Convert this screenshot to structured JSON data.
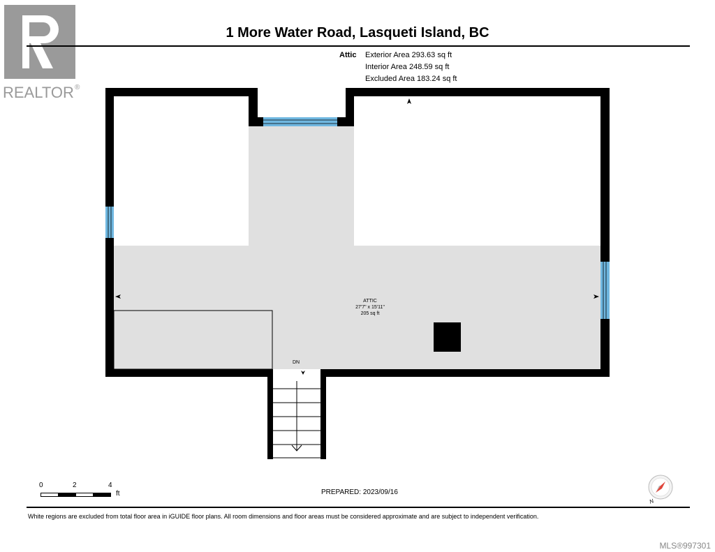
{
  "header": {
    "title": "1 More Water Road, Lasqueti Island, BC"
  },
  "logo": {
    "text": "REALTOR",
    "mark": "®"
  },
  "area_summary": {
    "level": "Attic",
    "exterior": "Exterior Area 293.63 sq ft",
    "interior": "Interior Area 248.59 sq ft",
    "excluded": "Excluded Area 183.24 sq ft"
  },
  "room": {
    "name": "ATTIC",
    "dimensions": "27'7\" x 15'11\"",
    "area": "205 sq ft"
  },
  "stairs": {
    "label": "DN"
  },
  "scale": {
    "ticks": [
      "0",
      "2",
      "4"
    ],
    "unit": "ft"
  },
  "footer": {
    "prepared": "PREPARED: 2023/09/16",
    "disclaimer": "White regions are excluded from total floor area in iGUIDE floor plans. All room dimensions and floor areas must be considered approximate and are subject to independent verification.",
    "mls": "MLS®997301"
  },
  "compass": {
    "label": "N",
    "icon": "compass-icon"
  },
  "colors": {
    "floor": "#e0e0e0",
    "wall": "#000000",
    "window": "#6fb7e0",
    "logo_gray": "#9a9a9a",
    "compass_needle": "#e0443a"
  }
}
